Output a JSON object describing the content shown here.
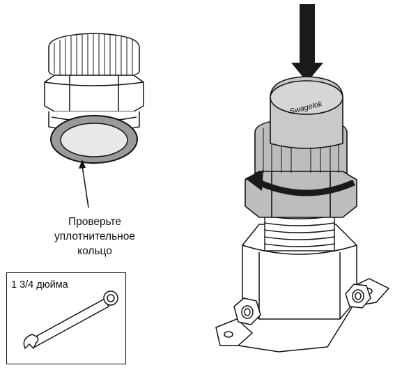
{
  "callout": {
    "line1": "Проверьте",
    "line2": "уплотнительное",
    "line3": "кольцо"
  },
  "tool": {
    "label": "1 3/4 дюйма"
  },
  "fitting": {
    "brand": "Swagelok"
  },
  "colors": {
    "outline": "#111111",
    "body_light": "#ffffff",
    "nut_gray": "#bdbdbd",
    "cap_gray": "#c9c9c9",
    "seal_gray": "#9a9a9a",
    "seal_core": "#e8e8e8",
    "arrow": "#1a1a1a"
  },
  "icons": {
    "push_arrow": "down-arrow-icon",
    "rotate_arrow": "rotate-arrow-icon",
    "wrench": "wrench-icon"
  }
}
